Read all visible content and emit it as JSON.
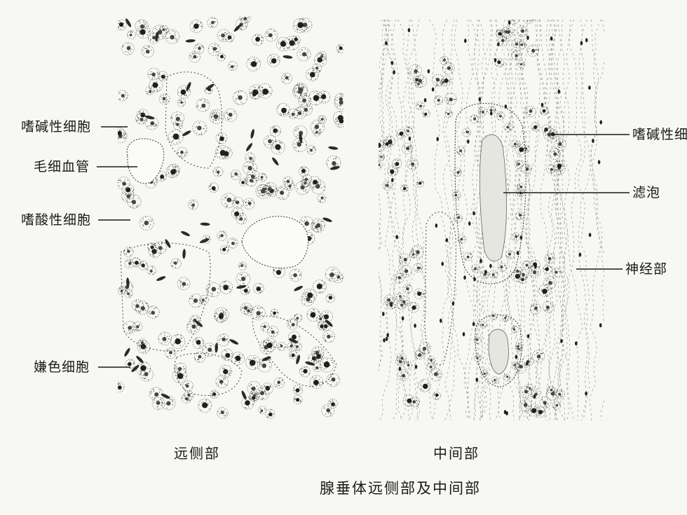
{
  "left_panel": {
    "caption": "远侧部",
    "labels": {
      "basophil": "嗜碱性细胞",
      "capillary": "毛细血管",
      "acidophil": "嗜酸性细胞",
      "chromophobe": "嫌色细胞"
    }
  },
  "right_panel": {
    "caption": "中间部",
    "labels": {
      "basophil": "嗜碱性细",
      "follicle": "滤泡",
      "pars_nervosa": "神经部"
    }
  },
  "figure_title": "腺垂体远侧部及中间部",
  "colors": {
    "ink": "#1a1a1a",
    "paper": "#f7f7f4"
  }
}
